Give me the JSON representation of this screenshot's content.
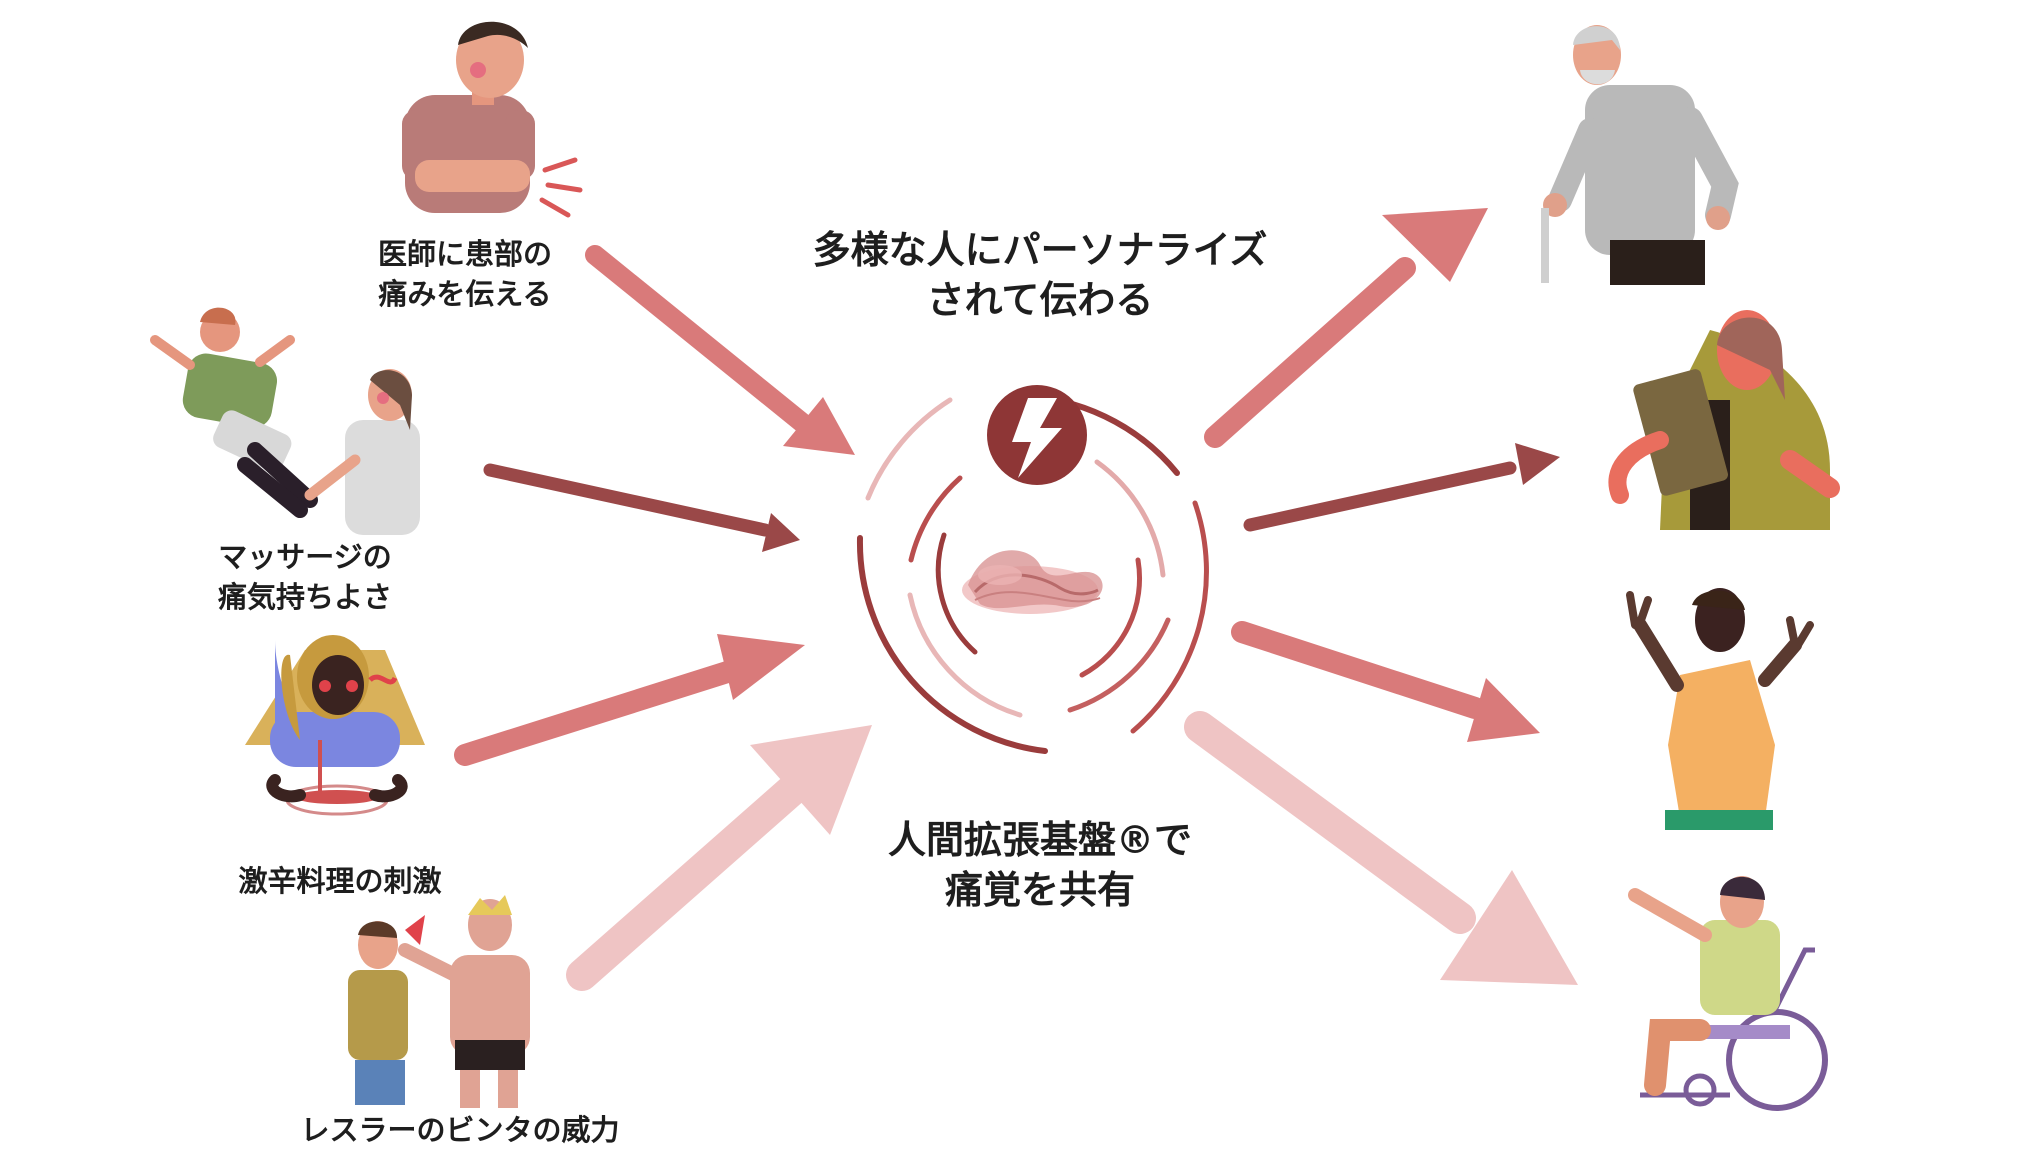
{
  "labels": {
    "source_doctor": "医師に患部の\n痛みを伝える",
    "source_massage": "マッサージの\n痛気持ちよさ",
    "source_spicy": "激辛料理の刺激",
    "source_slap": "レスラーのビンタの威力",
    "center_top": "多様な人にパーソナライズ\nされて伝わる",
    "center_bottom": "人間拡張基盤®で\n痛覚を共有"
  },
  "colors": {
    "arrow_mid": "#d97a7a",
    "arrow_dark": "#9a4848",
    "arrow_light": "#efc4c4",
    "ring_dark": "#9a3c3c",
    "ring_light": "#e8b7b7",
    "badge": "#8e3636"
  },
  "icons": {
    "center_badge": "lightning-bolt-icon",
    "center_shape": "pain-wave-icon"
  }
}
